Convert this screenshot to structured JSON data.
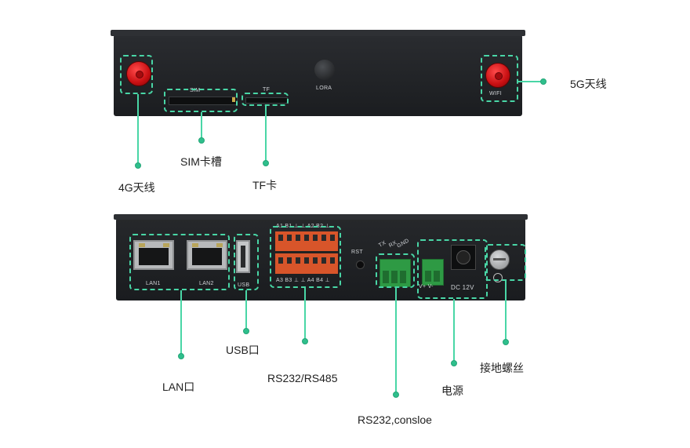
{
  "top_panel": {
    "ports": {
      "sim_label": "SIM",
      "tf_label": "TF",
      "lora_label": "LORA",
      "wifi_label": "WIFI"
    }
  },
  "bottom_panel": {
    "ports": {
      "lan1": "LAN1",
      "lan2": "LAN2",
      "usb": "USB",
      "terminal_top": "A1 B1 ⊥ ⊥ A2 B2 ⊥",
      "terminal_bottom": "A3 B3 ⊥ ⊥ A4 B4 ⊥",
      "rst": "RST",
      "tx": "TX",
      "rx": "RX",
      "gnd": "GND",
      "power_terminals": "V+  V-",
      "dc": "DC 12V"
    }
  },
  "callouts": {
    "antenna_5g": "5G天线",
    "sim_slot": "SIM卡槽",
    "antenna_4g": "4G天线",
    "tf_card": "TF卡",
    "usb_port": "USB口",
    "lan_port": "LAN口",
    "rs232_rs485": "RS232/RS485",
    "rs232_console": "RS232,consloe",
    "power": "电源",
    "ground_screw": "接地螺丝"
  },
  "colors": {
    "accent": "#49d6a6",
    "device_body": "#1f2124",
    "antenna": "#d21418",
    "terminal_orange": "#d8552a",
    "terminal_green": "#2e9a44"
  }
}
